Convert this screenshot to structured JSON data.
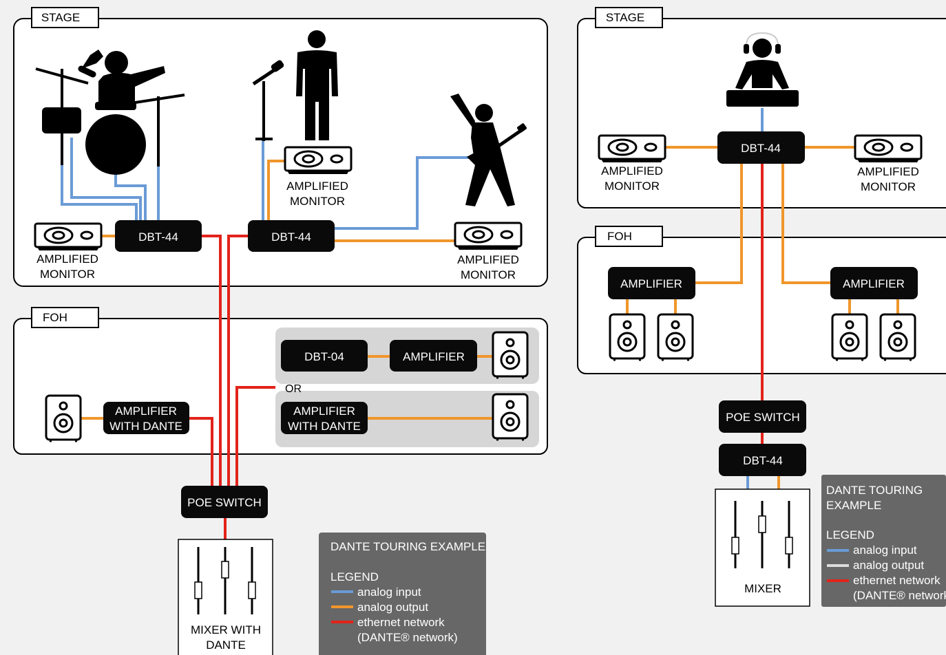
{
  "colors": {
    "background": "#f1f1f1",
    "analog_input": "#6a9bd6",
    "analog_output": "#f0962b",
    "ethernet": "#e2231a",
    "device_fill": "#0a0a0a",
    "legend_panel": "#676767",
    "alt_panel": "#d6d6d6",
    "legend_output_left": "#f0962b",
    "legend_output_right": "#dcdcdc"
  },
  "left": {
    "stage": {
      "title": "STAGE",
      "dbt_drums": "DBT-44",
      "dbt_vocal": "DBT-44",
      "monitor_drums": [
        "AMPLIFIED",
        "MONITOR"
      ],
      "monitor_vocal": [
        "AMPLIFIED",
        "MONITOR"
      ],
      "monitor_guitar": [
        "AMPLIFIED",
        "MONITOR"
      ],
      "icons": [
        "drummer-icon",
        "microphone-stand-icon",
        "singer-icon",
        "guitarist-icon",
        "monitor-wedge-icon",
        "speaker-icon"
      ]
    },
    "foh": {
      "title": "FOH",
      "amp_dante": [
        "AMPLIFIER",
        "WITH DANTE"
      ],
      "alt_dbt": "DBT-04",
      "alt_amp": "AMPLIFIER",
      "or_label": "OR",
      "alt_amp_dante": [
        "AMPLIFIER",
        "WITH DANTE"
      ]
    },
    "poe_switch": "POE SWITCH",
    "mixer": [
      "MIXER WITH",
      "DANTE"
    ],
    "legend": {
      "title": "DANTE TOURING EXAMPLE",
      "heading": "LEGEND",
      "items": [
        "analog input",
        "analog output",
        "ethernet network",
        "(DANTE® network)"
      ]
    }
  },
  "right": {
    "stage": {
      "title": "STAGE",
      "dbt": "DBT-44",
      "monitor_left": [
        "AMPLIFIED",
        "MONITOR"
      ],
      "monitor_right": [
        "AMPLIFIED",
        "MONITOR"
      ],
      "icons": [
        "dj-icon",
        "monitor-wedge-icon"
      ]
    },
    "foh": {
      "title": "FOH",
      "amp_left": "AMPLIFIER",
      "amp_right": "AMPLIFIER"
    },
    "poe_switch": "POE SWITCH",
    "dbt_foh": "DBT-44",
    "mixer": "MIXER",
    "legend": {
      "title": [
        "DANTE TOURING",
        "EXAMPLE"
      ],
      "heading": "LEGEND",
      "items": [
        "analog input",
        "analog output",
        "ethernet network",
        "(DANTE® network)"
      ]
    }
  }
}
